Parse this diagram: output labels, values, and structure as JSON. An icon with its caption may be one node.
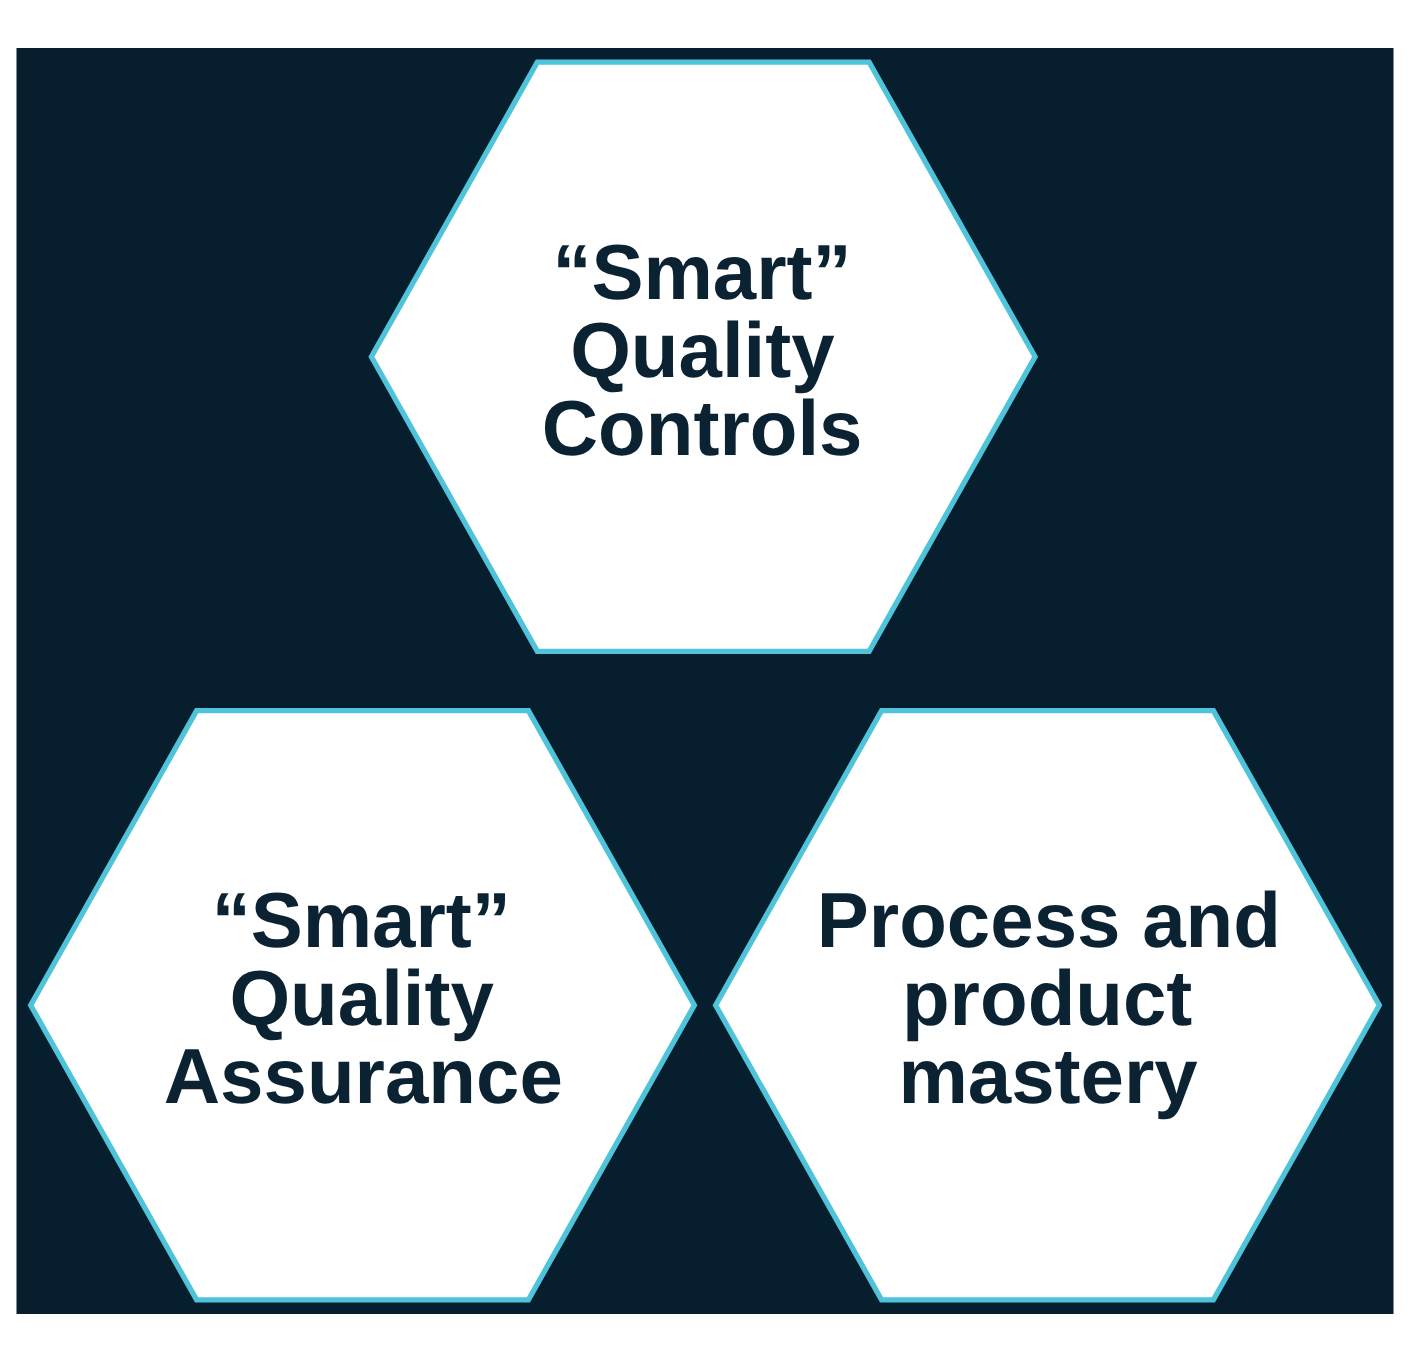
{
  "diagram": {
    "nodes": [
      {
        "text": [
          "“Smart” Quality Controls"
        ]
      },
      {
        "text": [
          "“Smart” Quality Assurance"
        ]
      },
      {
        "text": [
          "Process and product mastery"
        ]
      }
    ]
  }
}
